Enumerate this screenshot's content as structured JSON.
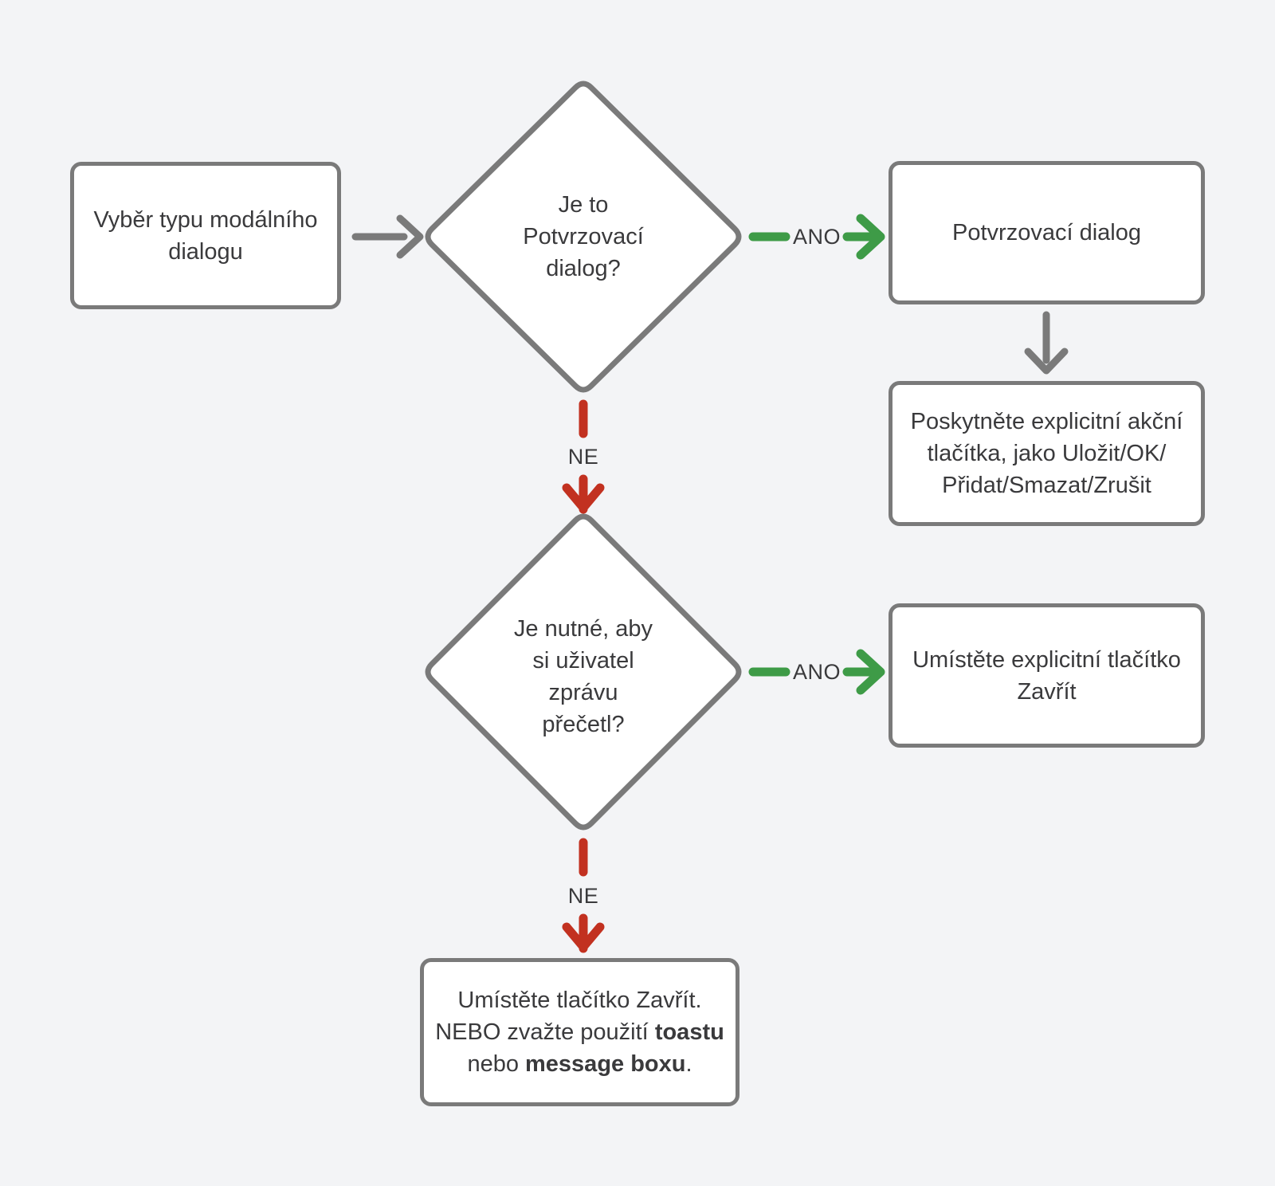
{
  "palette": {
    "background": "#f3f4f6",
    "node_fill": "#ffffff",
    "node_border": "#7a7a7a",
    "arrow_gray": "#7a7a7a",
    "arrow_green": "#3e9b47",
    "arrow_red": "#c23120",
    "text": "#3a3a3c"
  },
  "nodes": {
    "start": {
      "label": "Vyběr typu modálního dialogu"
    },
    "decision1": {
      "label": "Je to\nPotvrzovací\ndialog?"
    },
    "confirm": {
      "label": "Potvrzovací dialog"
    },
    "actions": {
      "label": "Poskytněte explicitní akční\ntlačítka, jako Uložit/OK/\nPřidat/Smazat/Zrušit"
    },
    "decision2": {
      "label": "Je nutné, aby\nsi uživatel\nzprávu\npřečetl?"
    },
    "close": {
      "label": "Umístěte explicitní tlačítko\nZavřít"
    },
    "fallback": {
      "lines": [
        [
          {
            "text": "Umístěte tlačítko Zavřít."
          }
        ],
        [
          {
            "text": "NEBO zvažte použití "
          },
          {
            "text": "toastu",
            "bold": true
          }
        ],
        [
          {
            "text": "nebo "
          },
          {
            "text": "message boxu",
            "bold": true
          },
          {
            "text": "."
          }
        ]
      ]
    }
  },
  "edges": {
    "yes1": {
      "label": "ANO"
    },
    "no1": {
      "label": "NE"
    },
    "yes2": {
      "label": "ANO"
    },
    "no2": {
      "label": "NE"
    }
  }
}
